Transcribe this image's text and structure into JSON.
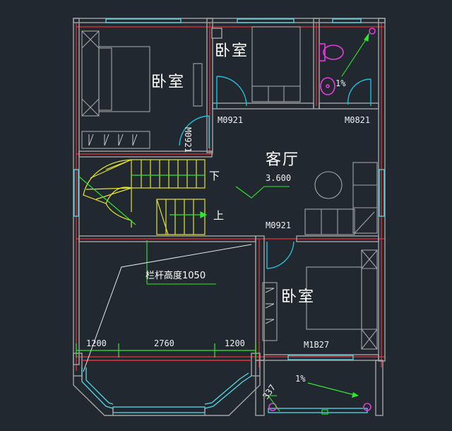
{
  "rooms": {
    "bedroom_top_left": "卧室",
    "bedroom_top_mid": "卧室",
    "living_room": "客厅",
    "bedroom_bottom_right": "卧室"
  },
  "level": "3.600",
  "stairs": {
    "down": "下",
    "up": "上"
  },
  "doors": {
    "m0921_a": "M0921",
    "m0821": "M0821",
    "m0921_vertical": "M0921",
    "m0921_b": "M0921",
    "m1b27": "M1B27"
  },
  "slopes": {
    "bath": "1%",
    "balcony": "1%"
  },
  "railing_note": "栏杆高度1050",
  "dimensions": [
    "1200",
    "2760",
    "1200"
  ],
  "balcony_dim": "337",
  "colors": {
    "background": "#212830",
    "wall": "#a4a4a4",
    "axis": "#e8323a",
    "window": "#58d8e6",
    "door": "#20c0d8",
    "stair": "#e6e62e",
    "fixture": "#e83ad8",
    "annotation": "#2ee82e",
    "text": "#ffffff"
  }
}
